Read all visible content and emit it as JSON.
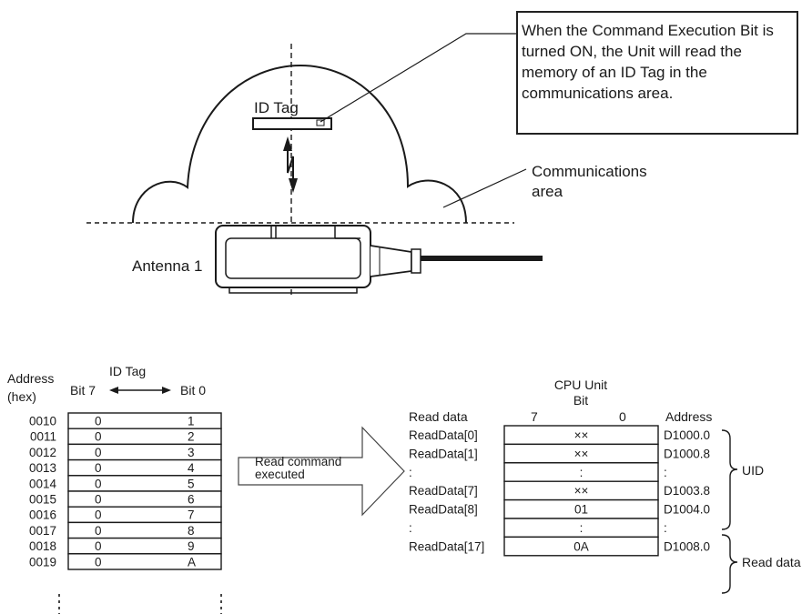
{
  "top": {
    "callout": "When the Command Execution Bit is turned ON, the Unit will read the memory of an ID Tag in the communications area.",
    "id_tag_label": "ID Tag",
    "comm_area_line1": "Communications",
    "comm_area_line2": "area",
    "antenna_label": "Antenna 1"
  },
  "left_table": {
    "address_label_line1": "Address",
    "address_label_line2": "(hex)",
    "title": "ID Tag",
    "bit7": "Bit 7",
    "bit0": "Bit 0",
    "rows": [
      {
        "address": "0010",
        "hi": "0",
        "lo": "1"
      },
      {
        "address": "0011",
        "hi": "0",
        "lo": "2"
      },
      {
        "address": "0012",
        "hi": "0",
        "lo": "3"
      },
      {
        "address": "0013",
        "hi": "0",
        "lo": "4"
      },
      {
        "address": "0014",
        "hi": "0",
        "lo": "5"
      },
      {
        "address": "0015",
        "hi": "0",
        "lo": "6"
      },
      {
        "address": "0016",
        "hi": "0",
        "lo": "7"
      },
      {
        "address": "0017",
        "hi": "0",
        "lo": "8"
      },
      {
        "address": "0018",
        "hi": "0",
        "lo": "9"
      },
      {
        "address": "0019",
        "hi": "0",
        "lo": "A"
      }
    ]
  },
  "arrow": {
    "line1": "Read command",
    "line2": "executed"
  },
  "right_table": {
    "title_line1": "CPU Unit",
    "title_line2": "Bit",
    "read_data_header": "Read data",
    "bit7": "7",
    "bit0": "0",
    "address_header": "Address",
    "rows": [
      {
        "name": "ReadData[0]",
        "value": "××",
        "address": "D1000.0"
      },
      {
        "name": "ReadData[1]",
        "value": "××",
        "address": "D1000.8"
      },
      {
        "name": ":",
        "value": ":",
        "address": ":"
      },
      {
        "name": "ReadData[7]",
        "value": "××",
        "address": "D1003.8"
      },
      {
        "name": "ReadData[8]",
        "value": "01",
        "address": "D1004.0"
      },
      {
        "name": ":",
        "value": ":",
        "address": ":"
      },
      {
        "name": "ReadData[17]",
        "value": "0A",
        "address": "D1008.0"
      }
    ],
    "uid_label": "UID",
    "read_data_label": "Read data"
  }
}
